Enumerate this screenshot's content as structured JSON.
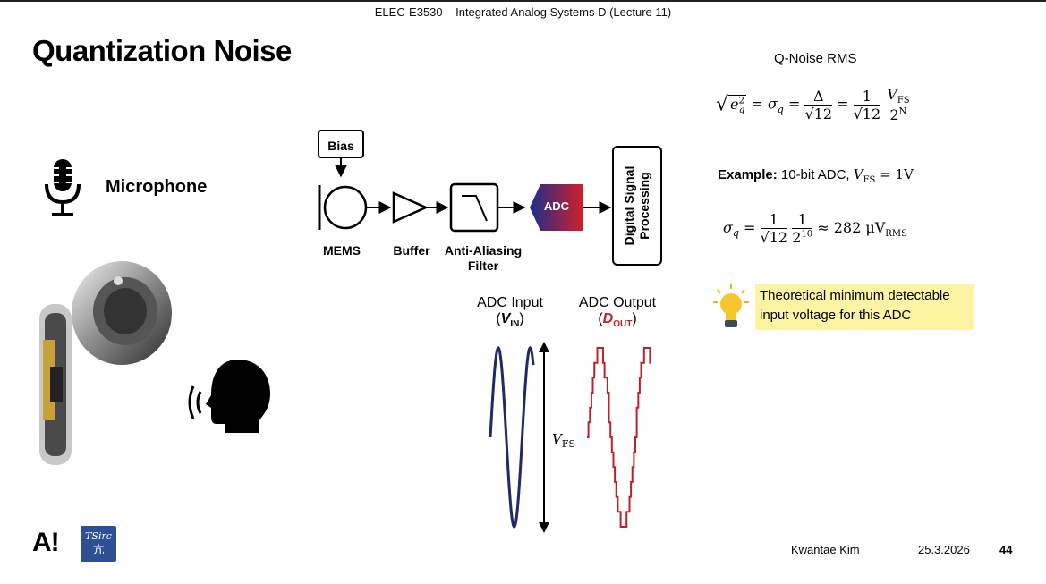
{
  "header": {
    "course": "ELEC-E3530 – Integrated Analog Systems D (Lecture 11)"
  },
  "title": "Quantization Noise",
  "microphone_label": "Microphone",
  "signal_chain": {
    "bias": "Bias",
    "mems": "MEMS",
    "buffer": "Buffer",
    "filter_line1": "Anti-Aliasing",
    "filter_line2": "Filter",
    "adc": "ADC",
    "dsp_line1": "Digital Signal",
    "dsp_line2": "Processing"
  },
  "waveforms": {
    "input_label": "ADC Input",
    "input_symbol_main": "V",
    "input_symbol_sub": "IN",
    "output_label": "ADC Output",
    "output_symbol_main": "D",
    "output_symbol_sub": "OUT",
    "fullscale_main": "V",
    "fullscale_sub": "FS",
    "input_color": "#1f2a66",
    "output_color": "#c0202a"
  },
  "rms": {
    "title": "Q-Noise RMS",
    "e": "e",
    "q": "q",
    "sigma": "σ",
    "delta": "Δ",
    "one": "1",
    "sqrt12": "12",
    "vfs_main": "V",
    "vfs_sub": "FS",
    "two": "2",
    "n_exp": "N",
    "eq": "="
  },
  "example": {
    "label": "Example:",
    "text": "10-bit ADC,",
    "vfs": "V",
    "vfs_sub": "FS",
    "value": "= 1V",
    "sigma": "σ",
    "q": "q",
    "one": "1",
    "sqrt12": "12",
    "two": "2",
    "exp": "10",
    "approx": "≈ 282 μV",
    "rms_sub": "RMS"
  },
  "note": {
    "line1": "Theoretical minimum detectable",
    "line2": "input voltage for this ADC",
    "highlight_color": "#fcf4a3"
  },
  "footer": {
    "author": "Kwantae Kim",
    "date": "25.3.2026",
    "page": "44",
    "logo1": "A!",
    "logo2_line1": "TSirc",
    "logo2_line2": "亢"
  }
}
